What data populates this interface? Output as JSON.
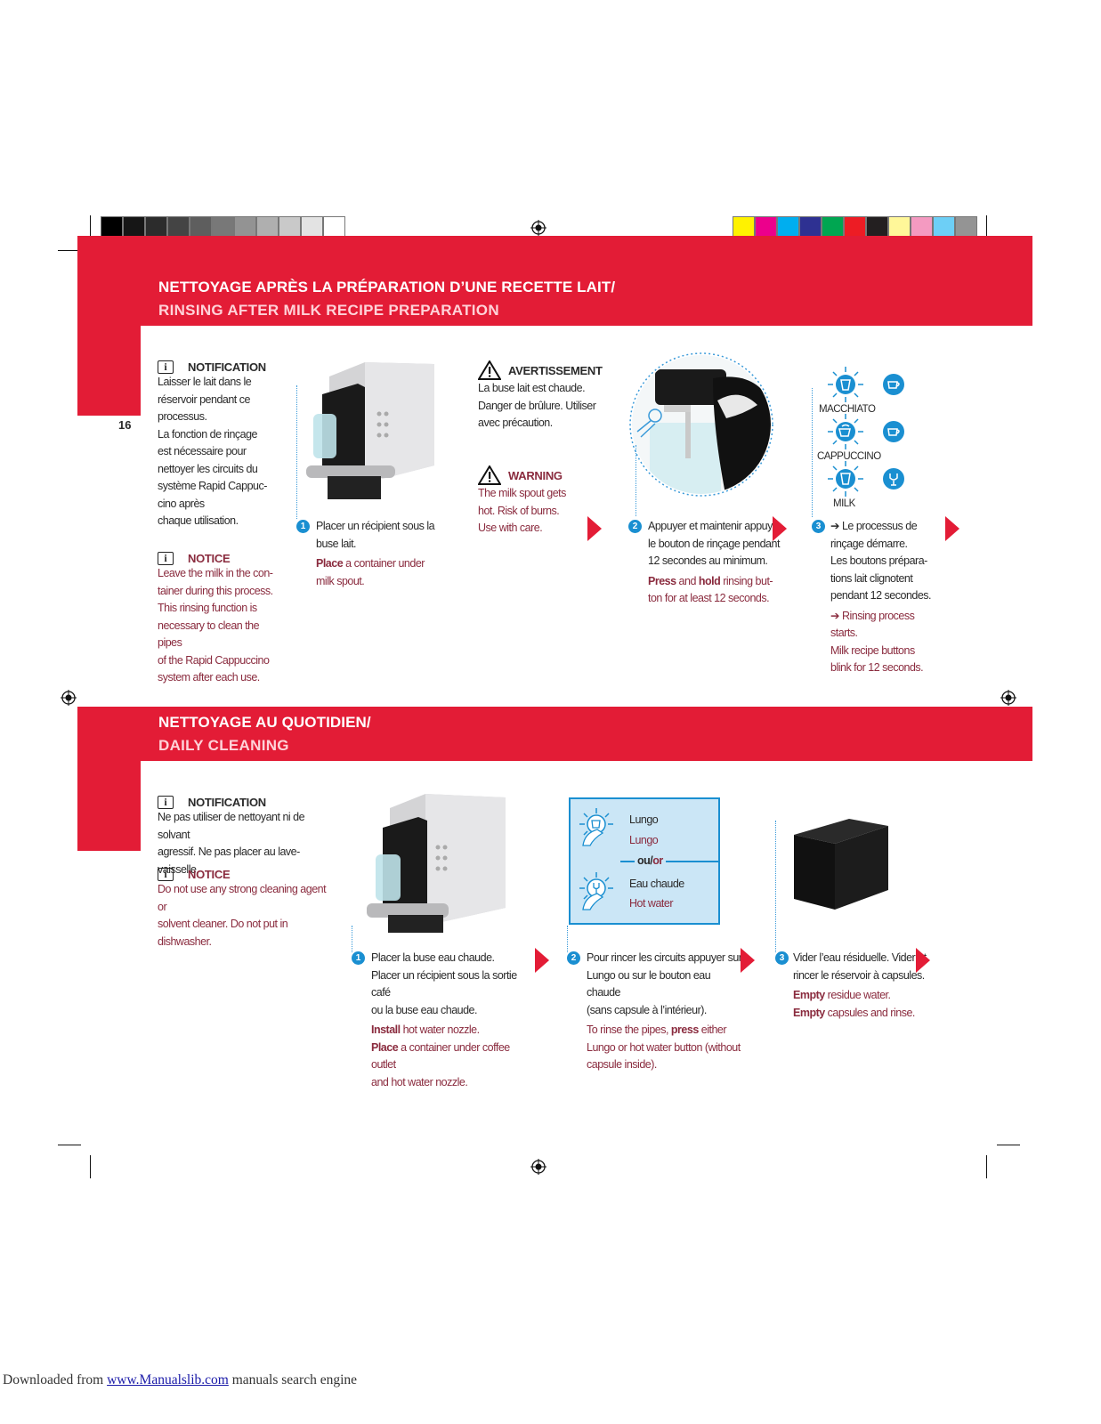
{
  "page_number": "16",
  "colors": {
    "brand_red": "#e31c36",
    "english_text": "#8a2b3e",
    "accent_blue": "#1a8fd1"
  },
  "section1": {
    "title_fr": "NETTOYAGE APRÈS LA PRÉPARATION D’UNE RECETTE LAIT/",
    "title_en": "RINSING AFTER MILK RECIPE PREPARATION",
    "notification_title": "NOTIFICATION",
    "notification_lines": [
      "Laisser le lait dans le",
      "réservoir pendant ce",
      "processus.",
      "La fonction de rinçage",
      "est nécessaire pour",
      "nettoyer les circuits du",
      "système Rapid Cappuc-",
      "cino après",
      "chaque utilisation."
    ],
    "notice_title": "NOTICE",
    "notice_lines": [
      "Leave the milk in the con-",
      "tainer during this process.",
      "This rinsing function is",
      "necessary to clean the pipes",
      "of the Rapid Cappuccino",
      "system after each use."
    ],
    "step1": {
      "number": "1",
      "fr_lines": [
        "Placer un récipient sous la",
        "buse lait."
      ],
      "en_bold": "Place",
      "en_rest_1": " a container under",
      "en_line_2": "milk spout."
    },
    "avertissement_title": "AVERTISSEMENT",
    "avertissement_lines": [
      "La buse lait est chaude.",
      "Danger de brûlure. Utiliser",
      "avec précaution."
    ],
    "warning_title": "WARNING",
    "warning_lines": [
      "The milk spout gets",
      "hot. Risk of burns.",
      "Use with care."
    ],
    "step2": {
      "number": "2",
      "fr_lines": [
        "Appuyer et maintenir appuyé",
        "le bouton de rinçage pendant",
        "12 secondes au minimum."
      ],
      "en_bold_1": "Press",
      "en_mid": " and ",
      "en_bold_2": "hold",
      "en_rest_1": " rinsing but-",
      "en_line_2": "ton for at least 12 seconds."
    },
    "buttons": {
      "macchiato": "MACCHIATO",
      "cappuccino": "CAPPUCCINO",
      "milk": "MILK"
    },
    "step3": {
      "number": "3",
      "fr_lines": [
        "➔ Le processus de",
        "rinçage démarre.",
        "Les boutons prépara-",
        "tions lait clignotent",
        "pendant 12 secondes."
      ],
      "en_lines": [
        "➔ Rinsing process",
        "starts.",
        "Milk recipe buttons",
        "blink for 12 seconds."
      ]
    }
  },
  "section2": {
    "title_fr": "NETTOYAGE AU QUOTIDIEN/",
    "title_en": "DAILY CLEANING",
    "notification_title": "NOTIFICATION",
    "notification_lines": [
      "Ne pas utiliser de nettoyant ni de solvant",
      "agressif. Ne pas placer au lave-vaisselle."
    ],
    "notice_title": "NOTICE",
    "notice_lines": [
      "Do not use any strong cleaning agent or",
      "solvent cleaner. Do not put in dishwasher."
    ],
    "step1": {
      "number": "1",
      "fr_lines": [
        "Placer la buse eau chaude.",
        "Placer un récipient sous la sortie café",
        "ou la buse eau chaude."
      ],
      "en_bold_1": "Install",
      "en_rest_1": " hot water nozzle.",
      "en_bold_2": "Place",
      "en_rest_2": " a container under coffee outlet",
      "en_line_3": "and hot water nozzle."
    },
    "panel": {
      "lungo_fr": "Lungo",
      "lungo_en": "Lungo",
      "or_fr": "ou",
      "or_sep": "/",
      "or_en": "or",
      "hot_fr": "Eau chaude",
      "hot_en": "Hot water"
    },
    "step2": {
      "number": "2",
      "fr_lines": [
        "Pour rincer les circuits appuyer sur",
        "Lungo ou sur le bouton eau chaude",
        "(sans capsule à l’intérieur)."
      ],
      "en_pre": "To rinse the pipes, ",
      "en_bold": "press",
      "en_rest_1": " either",
      "en_line_2": "Lungo or hot water button (without",
      "en_line_3": "capsule inside)."
    },
    "step3": {
      "number": "3",
      "fr_lines": [
        "Vider l’eau résiduelle. Vider et",
        "rincer le réservoir à capsules."
      ],
      "en_bold_1": "Empty",
      "en_rest_1": " residue water.",
      "en_bold_2": "Empty",
      "en_rest_2": " capsules and rinse."
    }
  },
  "footer": {
    "prefix": "Downloaded from ",
    "link": "www.Manualslib.com",
    "suffix": " manuals search engine"
  }
}
